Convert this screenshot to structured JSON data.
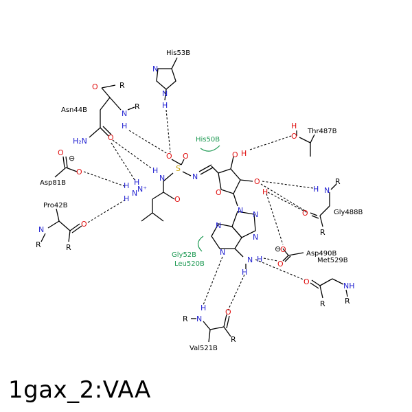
{
  "title": "1gax_2:VAA",
  "residues": {
    "his53": "His53B",
    "asn44": "Asn44B",
    "asp81": "Asp81B",
    "pro42": "Pro42B",
    "his50": "His50B",
    "thr487": "Thr487B",
    "gly488": "Gly488B",
    "asp490": "Asp490B",
    "met529": "Met529B",
    "gly52": "Gly52B",
    "leu520": "Leu520B",
    "val521": "Val521B"
  },
  "atoms": {
    "O": "O",
    "N": "N",
    "H": "H",
    "R": "R",
    "S": "S",
    "NH": "NH",
    "H2N": "H₂N",
    "NHplus": "N⁺",
    "minus": "⊖"
  },
  "colors": {
    "nitrogen": "#1f1fd0",
    "oxygen": "#e01010",
    "sulfur": "#c8a000",
    "contact_arc": "#1a9850"
  }
}
